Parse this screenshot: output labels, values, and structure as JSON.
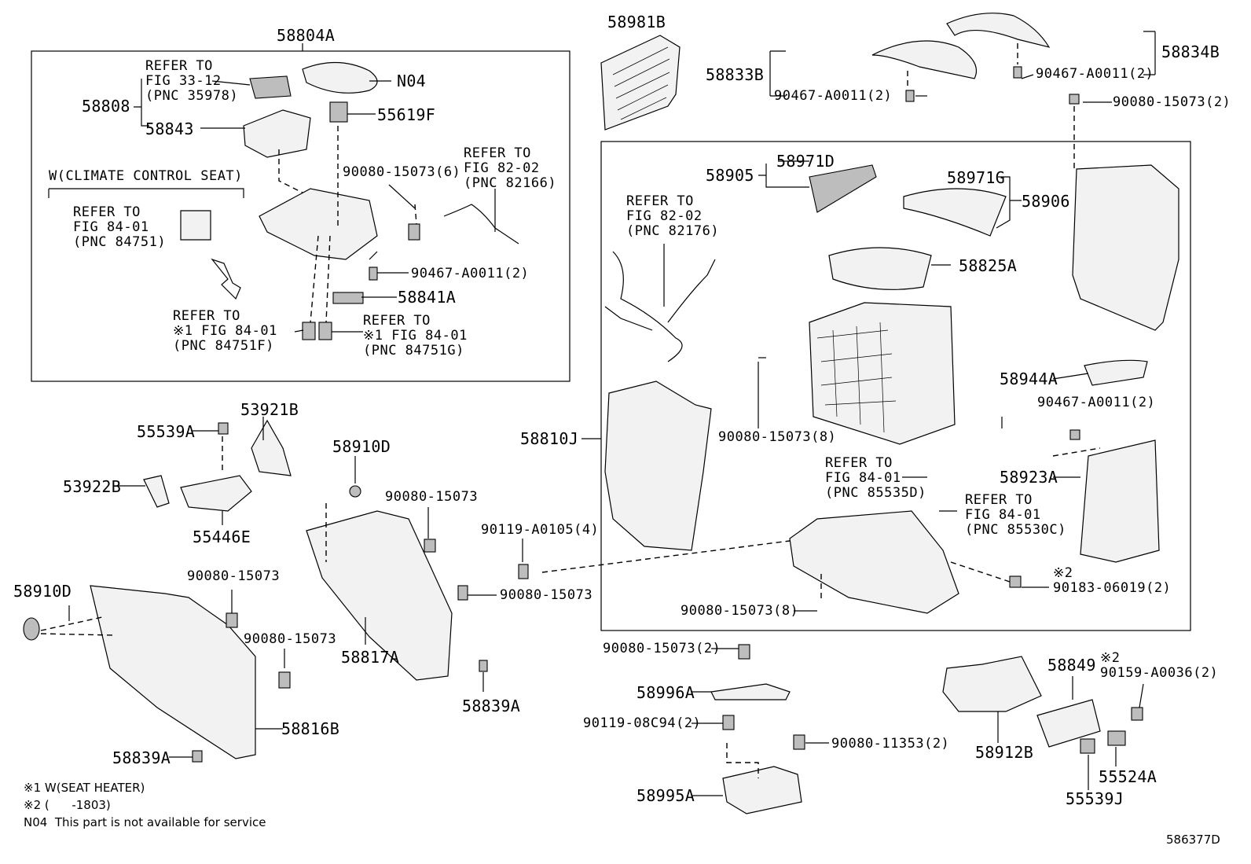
{
  "callouts": {
    "c58804A": "58804A",
    "c58981B": "58981B",
    "c58834B": "58834B",
    "c58833B": "58833B",
    "c90467_top_right": "90467-A0011(2)",
    "c90467_top_mid": "90467-A0011(2)",
    "c90080_top_right": "90080-15073(2)",
    "c58808": "58808",
    "c58843": "58843",
    "c_refer_33_12": "REFER TO\nFIG 33-12\n(PNC 35978)",
    "cN04": "N04",
    "c55619F": "55619F",
    "c_climate_seat": "W(CLIMATE CONTROL SEAT)",
    "c_refer_84_01_84751": "REFER TO\nFIG 84-01\n(PNC 84751)",
    "c90080_6": "90080-15073(6)",
    "c_refer_82_02_82166": "REFER TO\nFIG 82-02\n(PNC 82166)",
    "c90467_box": "90467-A0011(2)",
    "c58841A": "58841A",
    "c_refer_84751F": "REFER TO\n※1 FIG 84-01\n(PNC 84751F)",
    "c_refer_84751G": "REFER TO\n※1 FIG 84-01\n(PNC 84751G)",
    "c58905": "58905",
    "c58971D": "58971D",
    "c58971G": "58971G",
    "c58906": "58906",
    "c_refer_82_02_82176": "REFER TO\nFIG 82-02\n(PNC 82176)",
    "c58825A": "58825A",
    "c58944A": "58944A",
    "c90467_right": "90467-A0011(2)",
    "c58923A": "58923A",
    "c58810J": "58810J",
    "c90080_8_upper": "90080-15073(8)",
    "c_refer_85535D": "REFER TO\nFIG 84-01\n(PNC 85535D)",
    "c_refer_85530C": "REFER TO\nFIG 84-01\n(PNC 85530C)",
    "c90183": "※2\n90183-06019(2)",
    "c90080_8_lower": "90080-15073(8)",
    "c55539A": "55539A",
    "c53921B": "53921B",
    "c53922B": "53922B",
    "c55446E": "55446E",
    "c58910D_mid": "58910D",
    "c90080_mid1": "90080-15073",
    "c90119_a0105": "90119-A0105(4)",
    "c90080_mid2": "90080-15073",
    "c58817A": "58817A",
    "c58839A_mid": "58839A",
    "c58910D_left": "58910D",
    "c90080_left1": "90080-15073",
    "c90080_left2": "90080-15073",
    "c58816B": "58816B",
    "c58839A_left": "58839A",
    "c90080_2_bottom": "90080-15073(2)",
    "c58996A": "58996A",
    "c90119_08c94": "90119-08C94(2)",
    "c90080_11353": "90080-11353(2)",
    "c58995A": "58995A",
    "c58849": "58849",
    "c90159": "※2\n90159-A0036(2)",
    "c58912B": "58912B",
    "c55524A": "55524A",
    "c55539J": "55539J"
  },
  "notes": {
    "n1": "※1 W(SEAT HEATER)",
    "n2": "※2 (      -1803)",
    "n3": "N04  This part is not available for service"
  },
  "diagram_id": "586377D"
}
